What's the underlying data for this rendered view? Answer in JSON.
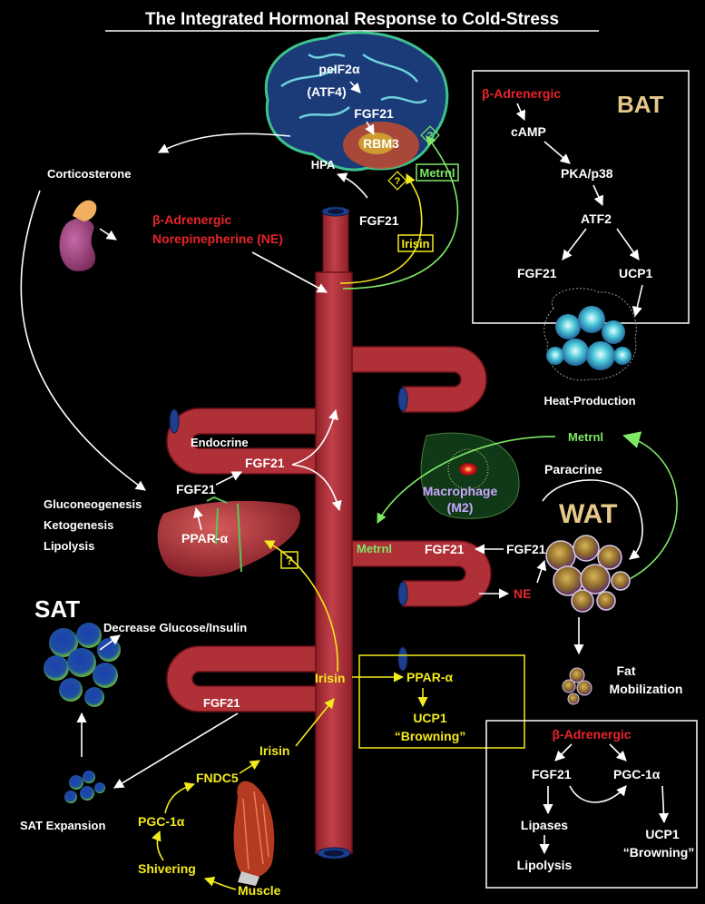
{
  "title": "The Integrated Hormonal Response to Cold-Stress",
  "colors": {
    "background": "#000000",
    "vessel": "#b03038",
    "label_white": "#ffffff",
    "label_red": "#e8242a",
    "label_yellow": "#f2ea1c",
    "label_green": "#7ee865",
    "label_tan": "#e6c98a",
    "label_lavender": "#c9a6ff"
  },
  "icons": {
    "brain": "brain-icon",
    "kidney": "adrenal-kidney-icon",
    "liver": "liver-icon",
    "bat_cells": "brown-fat-cells-icon",
    "wat_cells": "white-fat-cells-icon",
    "sat_cells": "subcutaneous-fat-cells-icon",
    "macrophage": "macrophage-icon",
    "muscle": "muscle-icon"
  },
  "brain": {
    "peif2a": "peIF2α",
    "atf4": "(ATF4)",
    "fgf21": "FGF21",
    "rbm3": "RBM3",
    "hpa": "HPA",
    "q1": "?",
    "q2": "?"
  },
  "adrenal": {
    "corticosterone": "Corticosterone",
    "beta": "β-Adrenergic",
    "ne": "Norepinepherine (NE)"
  },
  "vessel_labels": {
    "fgf21_top": "FGF21",
    "irisin_top": "Irisin",
    "metrnl_top": "Metrnl",
    "endocrine": "Endocrine",
    "fgf21_mid": "FGF21",
    "fgf21_low": "FGF21",
    "irisin_low": "Irisin"
  },
  "bat": {
    "label": "BAT",
    "beta": "β-Adrenergic",
    "camp": "cAMP",
    "pka": "PKA/p38",
    "atf2": "ATF2",
    "fgf21": "FGF21",
    "ucp1": "UCP1",
    "heat": "Heat-Production"
  },
  "liver": {
    "fgf21": "FGF21",
    "ppar": "PPAR-α",
    "q": "?",
    "gluconeo": "Gluconeogenesis",
    "keto": "Ketogenesis",
    "lipolysis": "Lipolysis"
  },
  "wat": {
    "label": "WAT",
    "metrnl": "Metrnl",
    "paracrine": "Paracrine",
    "macrophage_line1": "Macrophage",
    "macrophage_line2": "(M2)",
    "metrnl_low": "Metrnl",
    "fgf21_left": "FGF21",
    "fgf21_right": "FGF21",
    "ne": "NE",
    "fat_line1": "Fat",
    "fat_line2": "Mobilization"
  },
  "sat": {
    "label": "SAT",
    "decrease": "Decrease Glucose/Insulin",
    "expansion": "SAT Expansion"
  },
  "browning_box": {
    "ppar": "PPAR-α",
    "ucp1": "UCP1",
    "browning": "“Browning”"
  },
  "muscle": {
    "irisin": "Irisin",
    "fndc5": "FNDC5",
    "pgc": "PGC-1α",
    "shivering": "Shivering",
    "muscle": "Muscle"
  },
  "lower_box": {
    "beta": "β-Adrenergic",
    "fgf21": "FGF21",
    "pgc": "PGC-1α",
    "lipases": "Lipases",
    "lipolysis": "Lipolysis",
    "ucp1": "UCP1",
    "browning": "“Browning”"
  }
}
